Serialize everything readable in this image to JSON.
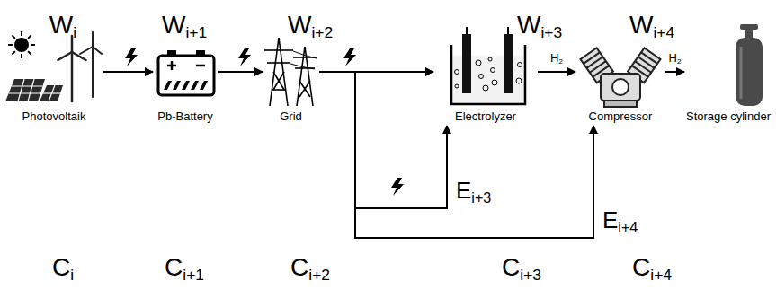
{
  "diagram": {
    "nodes": [
      {
        "text": [
          "Photovoltaik"
        ]
      },
      {
        "text": [
          "Pb-Battery"
        ]
      },
      {
        "text": [
          "Grid"
        ]
      },
      {
        "text": [
          "Electrolyzer"
        ]
      },
      {
        "text": [
          "Compressor"
        ]
      },
      {
        "text": [
          "Storage cylinder"
        ]
      }
    ],
    "edges": [
      {
        "from": 0,
        "to": 1,
        "arrow": "to"
      },
      {
        "from": 1,
        "to": 2,
        "arrow": "to"
      },
      {
        "from": 2,
        "to": 3,
        "arrow": "to"
      },
      {
        "from": 3,
        "to": 4,
        "arrow": "to",
        "label": "H2"
      },
      {
        "from": 4,
        "to": 5,
        "arrow": "to",
        "label": "H2"
      },
      {
        "from": 2,
        "to": 3,
        "arrow": "to",
        "label": "Ei+3"
      },
      {
        "from": 2,
        "to": 4,
        "arrow": "to",
        "label": "Ei+4"
      }
    ],
    "labels": [
      "Wi",
      "Wi+1",
      "Wi+2",
      "Wi+3",
      "Wi+4",
      "Ci",
      "Ci+1",
      "Ci+2",
      "Ci+3",
      "Ci+4"
    ]
  }
}
